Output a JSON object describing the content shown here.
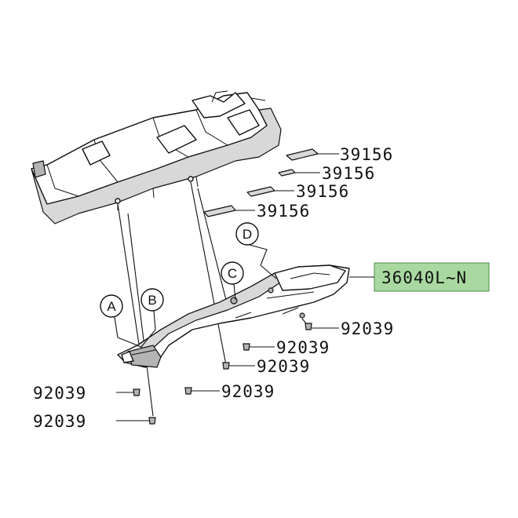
{
  "diagram": {
    "highlight_color": "#a9d9a0",
    "part_numbers": {
      "grommet_1": "39156",
      "grommet_2": "39156",
      "grommet_3": "39156",
      "grommet_4": "39156",
      "fender": "36040L~N",
      "clip_right": "92039",
      "clip_mid_1": "92039",
      "clip_mid_2": "92039",
      "clip_lower_mid": "92039",
      "clip_left_1": "92039",
      "clip_left_2": "92039"
    },
    "callouts": {
      "a": "A",
      "b": "B",
      "c": "C",
      "d": "D"
    }
  }
}
